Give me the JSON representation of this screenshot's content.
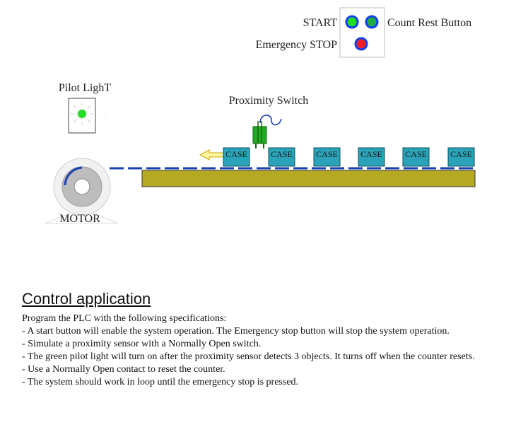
{
  "panel": {
    "start_label": "START",
    "emergency_label": "Emergency STOP",
    "reset_label": "Count Rest Button",
    "start_button_color": "#22dd22",
    "reset_button_color": "#22aa44",
    "emergency_button_color": "#ee2222",
    "button_ring_color": "#1040ee"
  },
  "pilot_light": {
    "label": "Pilot LighT",
    "lamp_color": "#22dd22"
  },
  "sensor": {
    "label": "Proximity Switch",
    "color": "#22aa22"
  },
  "conveyor": {
    "belt_color": "#b5a822",
    "dash_color": "#1a3fb0",
    "case_color": "#2aa3b8",
    "direction": "left"
  },
  "cases": [
    {
      "label": "CASE"
    },
    {
      "label": "CASE"
    },
    {
      "label": "CASE"
    },
    {
      "label": "CASE"
    },
    {
      "label": "CASE"
    },
    {
      "label": "CASE"
    }
  ],
  "motor": {
    "label": "MOTOR"
  },
  "control": {
    "heading": "Control application",
    "lines": [
      "Program the PLC with the following specifications:",
      "- A start button will enable the system operation. The Emergency stop button will stop the system operation.",
      "- Simulate a proximity sensor with a Normally Open switch.",
      "- The green pilot light will turn on after the proximity sensor detects 3 objects. It turns off when the counter resets.",
      "- Use a Normally Open contact to reset the counter.",
      "- The system should work in loop until the emergency stop is pressed."
    ]
  }
}
